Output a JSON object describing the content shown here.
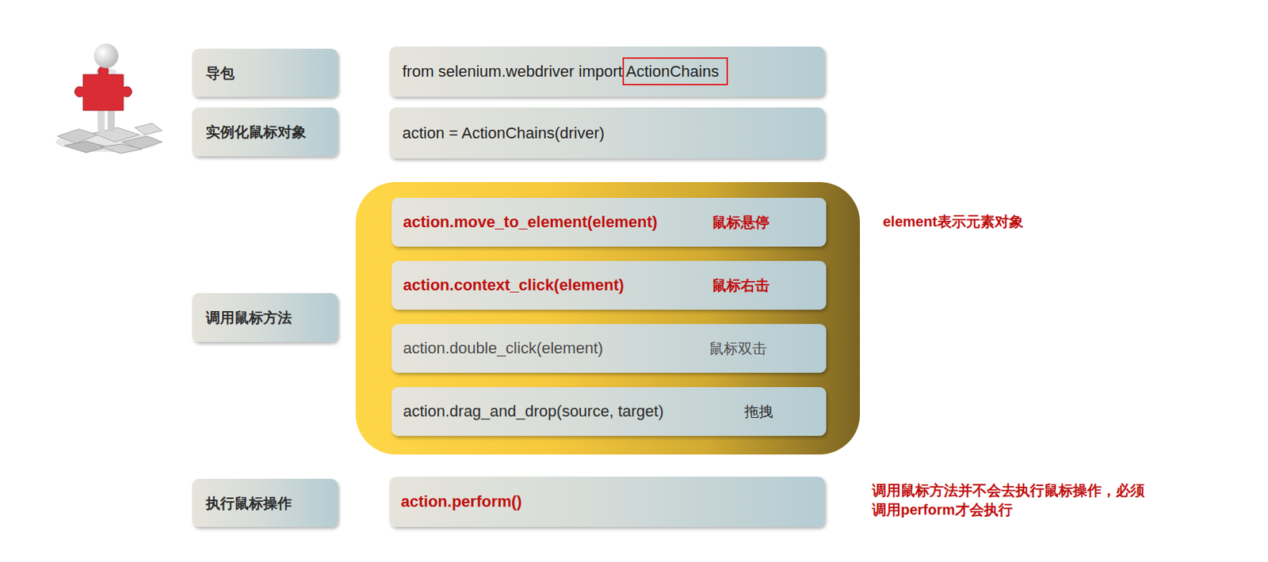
{
  "diagram": {
    "nodes": [
      {
        "text": [
          "导包"
        ]
      },
      {
        "text": [
          "from selenium.webdriver import ActionChains"
        ]
      },
      {
        "text": [
          "实例化鼠标对象"
        ]
      },
      {
        "text": [
          "action = ActionChains(driver)"
        ]
      },
      {
        "text": [
          "调用鼠标方法"
        ]
      },
      {
        "text": [
          "action.move_to_element(element)",
          "鼠标悬停"
        ]
      },
      {
        "text": [
          "action.context_click(element)",
          "鼠标右击"
        ]
      },
      {
        "text": [
          "action.double_click(element)",
          "鼠标双击"
        ]
      },
      {
        "text": [
          "action.drag_and_drop(source, target)",
          "拖拽"
        ]
      },
      {
        "text": [
          "执行鼠标操作"
        ]
      },
      {
        "text": [
          "action.perform()"
        ]
      }
    ],
    "labels": [
      "element表示元素对象",
      "调用鼠标方法并不会去执行鼠标操作，必须 调用perform才会执行"
    ]
  }
}
